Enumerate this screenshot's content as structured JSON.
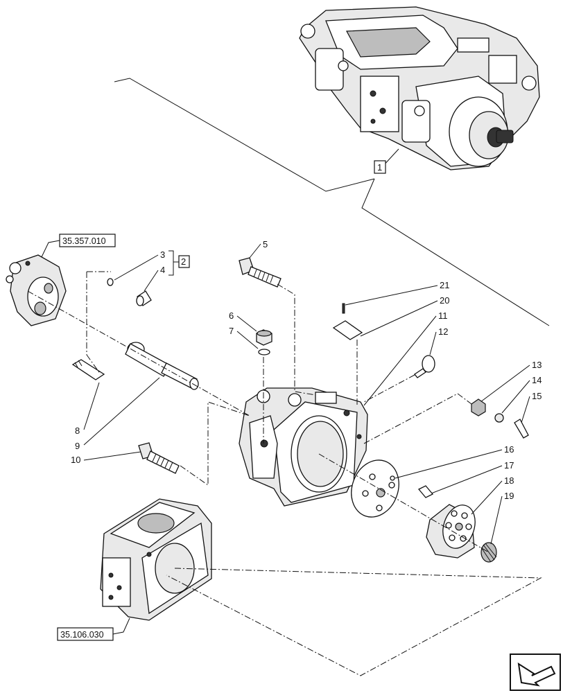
{
  "references": {
    "top_left": "35.357.010",
    "bottom_left": "35.106.030"
  },
  "kit_callouts": {
    "assembly": "1",
    "kit_3_4": "2"
  },
  "part_numbers": {
    "p3": "3",
    "p4": "4",
    "p5": "5",
    "p6": "6",
    "p7": "7",
    "p8": "8",
    "p9": "9",
    "p10": "10",
    "p11": "11",
    "p12": "12",
    "p13": "13",
    "p14": "14",
    "p15": "15",
    "p16": "16",
    "p17": "17",
    "p18": "18",
    "p19": "19",
    "p20": "20",
    "p21": "21"
  },
  "icons": {
    "navigation": "arrow-next-page-icon"
  }
}
